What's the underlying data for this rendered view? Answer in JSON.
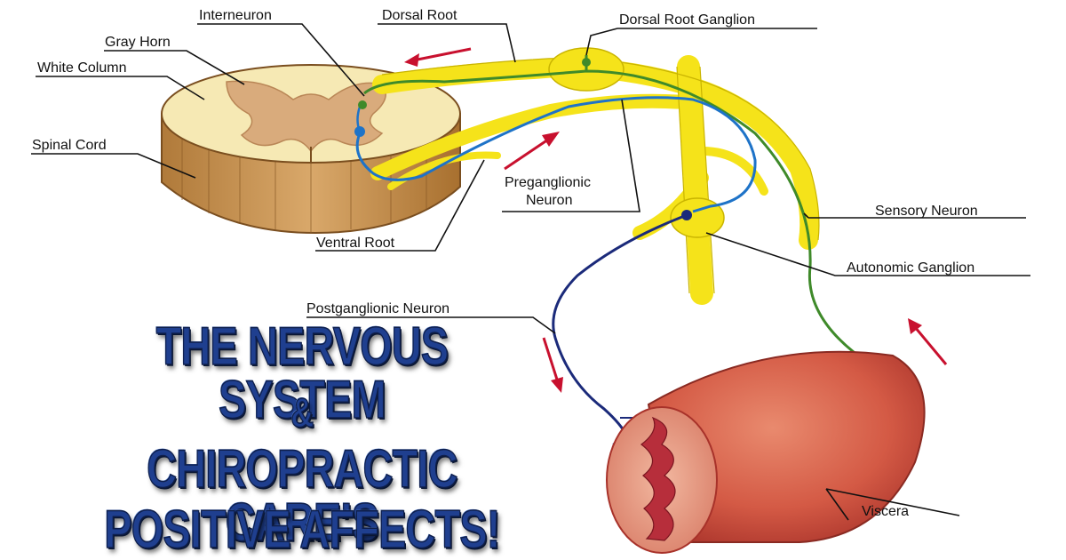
{
  "labels": {
    "interneuron": "Interneuron",
    "gray_horn": "Gray Horn",
    "white_column": "White Column",
    "spinal_cord": "Spinal Cord",
    "dorsal_root": "Dorsal Root",
    "dorsal_root_ganglion": "Dorsal Root Ganglion",
    "preganglionic_line1": "Preganglionic",
    "preganglionic_line2": "Neuron",
    "ventral_root": "Ventral Root",
    "sensory_neuron": "Sensory Neuron",
    "autonomic_ganglion": "Autonomic Ganglion",
    "postganglionic_neuron": "Postganglionic Neuron",
    "viscera": "Viscera"
  },
  "title": {
    "line1": "THE NERVOUS SYSTEM",
    "line2": "&",
    "line3": "CHIROPRACTIC CARE’S",
    "line4": "POSITIVE AFFECTS!"
  },
  "colors": {
    "nerve_yellow": "#f5e31a",
    "sensory_green": "#3f8a2a",
    "preganglionic_blue": "#1e73c8",
    "postganglionic_navy": "#1b2a7a",
    "flow_arrow_red": "#c8102e",
    "title_blue": "#1f3f8f"
  }
}
